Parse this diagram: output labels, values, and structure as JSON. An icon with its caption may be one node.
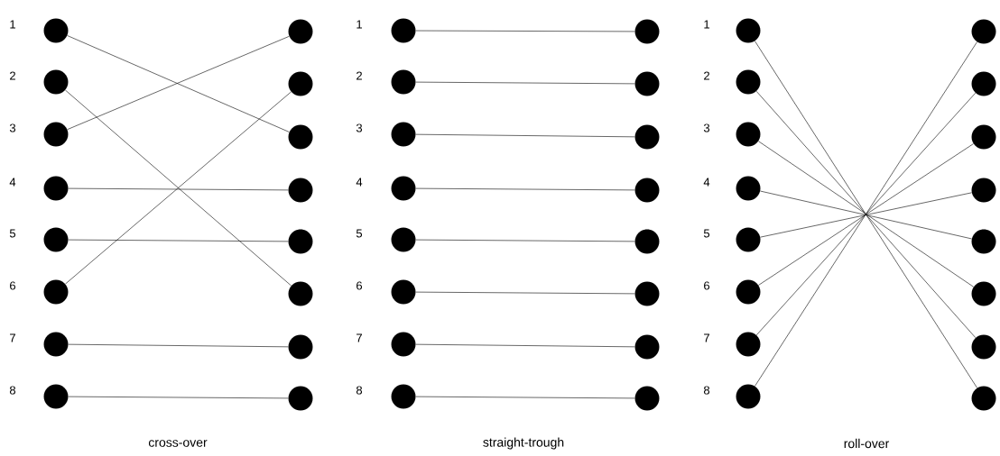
{
  "diagram": {
    "nodes": [
      {
        "text": [],
        "shape": "circle",
        "beside": [
          "1"
        ]
      },
      {
        "text": [],
        "shape": "circle",
        "beside": [
          "2"
        ]
      },
      {
        "text": [],
        "shape": "circle",
        "beside": [
          "3"
        ]
      },
      {
        "text": [],
        "shape": "circle",
        "beside": [
          "4"
        ]
      },
      {
        "text": [],
        "shape": "circle",
        "beside": [
          "5"
        ]
      },
      {
        "text": [],
        "shape": "circle",
        "beside": [
          "6"
        ]
      },
      {
        "text": [],
        "shape": "circle",
        "beside": [
          "7"
        ]
      },
      {
        "text": [],
        "shape": "circle",
        "beside": [
          "8"
        ]
      },
      {
        "text": [],
        "shape": "circle"
      },
      {
        "text": [],
        "shape": "circle"
      },
      {
        "text": [],
        "shape": "circle"
      },
      {
        "text": [],
        "shape": "circle"
      },
      {
        "text": [],
        "shape": "circle"
      },
      {
        "text": [],
        "shape": "circle"
      },
      {
        "text": [],
        "shape": "circle"
      },
      {
        "text": [],
        "shape": "circle"
      },
      {
        "text": [],
        "shape": "circle",
        "beside": [
          "1"
        ]
      },
      {
        "text": [],
        "shape": "circle",
        "beside": [
          "2"
        ]
      },
      {
        "text": [],
        "shape": "circle",
        "beside": [
          "3"
        ]
      },
      {
        "text": [],
        "shape": "circle",
        "beside": [
          "4"
        ]
      },
      {
        "text": [],
        "shape": "circle",
        "beside": [
          "5"
        ]
      },
      {
        "text": [],
        "shape": "circle",
        "beside": [
          "6"
        ]
      },
      {
        "text": [],
        "shape": "circle",
        "beside": [
          "7"
        ]
      },
      {
        "text": [],
        "shape": "circle",
        "beside": [
          "8"
        ]
      },
      {
        "text": [],
        "shape": "circle"
      },
      {
        "text": [],
        "shape": "circle"
      },
      {
        "text": [],
        "shape": "circle"
      },
      {
        "text": [],
        "shape": "circle"
      },
      {
        "text": [],
        "shape": "circle"
      },
      {
        "text": [],
        "shape": "circle"
      },
      {
        "text": [],
        "shape": "circle"
      },
      {
        "text": [],
        "shape": "circle"
      },
      {
        "text": [],
        "shape": "circle",
        "beside": [
          "1"
        ]
      },
      {
        "text": [],
        "shape": "circle",
        "beside": [
          "2"
        ]
      },
      {
        "text": [],
        "shape": "circle",
        "beside": [
          "3"
        ]
      },
      {
        "text": [],
        "shape": "circle",
        "beside": [
          "4"
        ]
      },
      {
        "text": [],
        "shape": "circle",
        "beside": [
          "5"
        ]
      },
      {
        "text": [],
        "shape": "circle",
        "beside": [
          "6"
        ]
      },
      {
        "text": [],
        "shape": "circle",
        "beside": [
          "7"
        ]
      },
      {
        "text": [],
        "shape": "circle",
        "beside": [
          "8"
        ]
      },
      {
        "text": [],
        "shape": "circle"
      },
      {
        "text": [],
        "shape": "circle"
      },
      {
        "text": [],
        "shape": "circle"
      },
      {
        "text": [],
        "shape": "circle"
      },
      {
        "text": [],
        "shape": "circle"
      },
      {
        "text": [],
        "shape": "circle"
      },
      {
        "text": [],
        "shape": "circle"
      },
      {
        "text": [],
        "shape": "circle"
      }
    ],
    "edges": [
      {
        "from": 0,
        "to": 10,
        "arrow": "none"
      },
      {
        "from": 1,
        "to": 13,
        "arrow": "none"
      },
      {
        "from": 2,
        "to": 8,
        "arrow": "none"
      },
      {
        "from": 3,
        "to": 11,
        "arrow": "none"
      },
      {
        "from": 4,
        "to": 12,
        "arrow": "none"
      },
      {
        "from": 5,
        "to": 9,
        "arrow": "none"
      },
      {
        "from": 6,
        "to": 14,
        "arrow": "none"
      },
      {
        "from": 7,
        "to": 15,
        "arrow": "none"
      },
      {
        "from": 16,
        "to": 24,
        "arrow": "none"
      },
      {
        "from": 17,
        "to": 25,
        "arrow": "none"
      },
      {
        "from": 18,
        "to": 26,
        "arrow": "none"
      },
      {
        "from": 19,
        "to": 27,
        "arrow": "none"
      },
      {
        "from": 20,
        "to": 28,
        "arrow": "none"
      },
      {
        "from": 21,
        "to": 29,
        "arrow": "none"
      },
      {
        "from": 22,
        "to": 30,
        "arrow": "none"
      },
      {
        "from": 23,
        "to": 31,
        "arrow": "none"
      },
      {
        "from": 32,
        "to": 47,
        "arrow": "none"
      },
      {
        "from": 33,
        "to": 46,
        "arrow": "none"
      },
      {
        "from": 34,
        "to": 45,
        "arrow": "none"
      },
      {
        "from": 35,
        "to": 44,
        "arrow": "none"
      },
      {
        "from": 36,
        "to": 43,
        "arrow": "none"
      },
      {
        "from": 37,
        "to": 42,
        "arrow": "none"
      },
      {
        "from": 38,
        "to": 41,
        "arrow": "none"
      },
      {
        "from": 39,
        "to": 40,
        "arrow": "none"
      }
    ],
    "labels": [
      "cross-over",
      "straight-trough",
      "roll-over"
    ]
  }
}
